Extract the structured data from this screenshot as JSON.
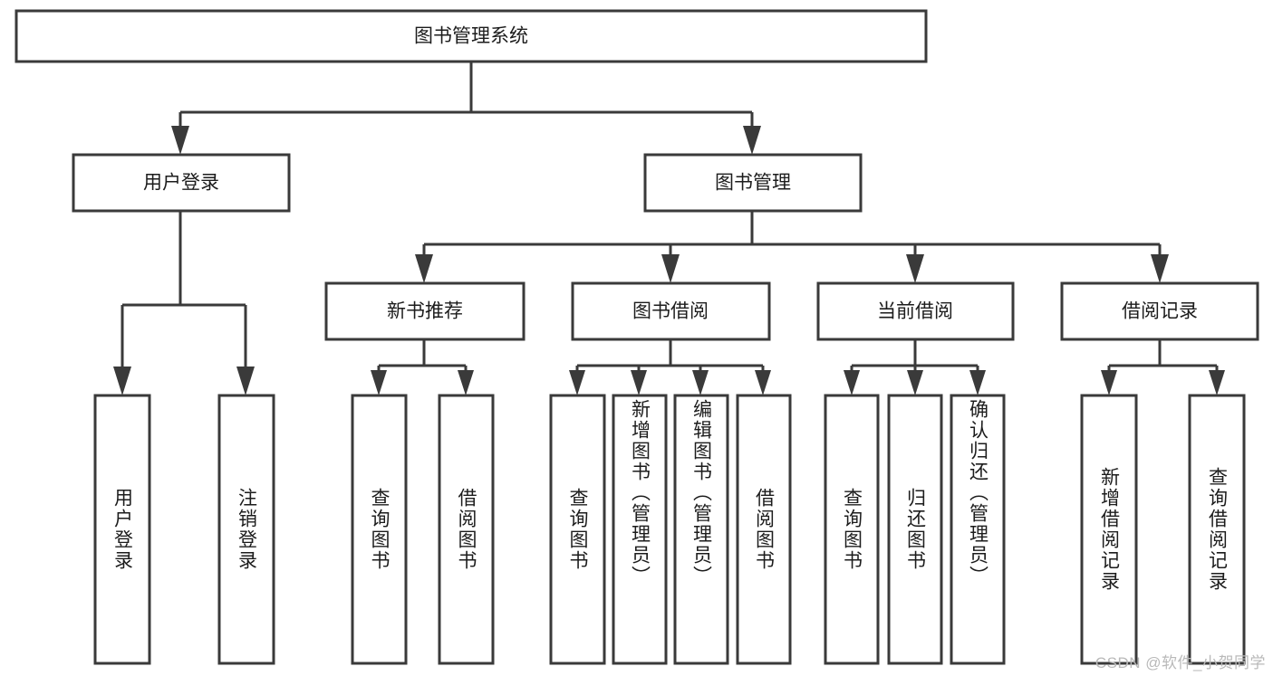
{
  "diagram": {
    "title": "图书管理系统",
    "watermark": "CSDN @软件_小贺同学",
    "colors": {
      "stroke": "#3a3a3a",
      "fill": "#ffffff",
      "text": "#1c1c1c",
      "watermark": "#b9b9b9",
      "background": "#ffffff"
    },
    "levels": {
      "root": "图书管理系统",
      "level2": [
        "用户登录",
        "图书管理"
      ],
      "level3": [
        "新书推荐",
        "图书借阅",
        "当前借阅",
        "借阅记录"
      ]
    },
    "nodes": {
      "root": {
        "label": "图书管理系统"
      },
      "user_login": {
        "label": "用户登录"
      },
      "book_manage": {
        "label": "图书管理"
      },
      "new_book_rec": {
        "label": "新书推荐"
      },
      "book_borrow": {
        "label": "图书借阅"
      },
      "current_borrow": {
        "label": "当前借阅"
      },
      "borrow_record": {
        "label": "借阅记录"
      }
    },
    "leaves": {
      "user_login": [
        "用户登录",
        "注销登录"
      ],
      "new_book_rec": [
        "查询图书",
        "借阅图书"
      ],
      "book_borrow": [
        "查询图书",
        "新增图书（管理员）",
        "编辑图书（管理员）",
        "借阅图书"
      ],
      "current_borrow": [
        "查询图书",
        "归还图书",
        "确认归还（管理员）"
      ],
      "borrow_record": [
        "新增借阅记录",
        "查询借阅记录"
      ]
    }
  },
  "chart_data": {
    "type": "tree-diagram",
    "title": "图书管理系统",
    "orientation": "top-down",
    "tree": {
      "label": "图书管理系统",
      "children": [
        {
          "label": "用户登录",
          "children": [
            {
              "label": "用户登录",
              "children": []
            },
            {
              "label": "注销登录",
              "children": []
            }
          ]
        },
        {
          "label": "图书管理",
          "children": [
            {
              "label": "新书推荐",
              "children": [
                {
                  "label": "查询图书",
                  "children": []
                },
                {
                  "label": "借阅图书",
                  "children": []
                }
              ]
            },
            {
              "label": "图书借阅",
              "children": [
                {
                  "label": "查询图书",
                  "children": []
                },
                {
                  "label": "新增图书（管理员）",
                  "children": []
                },
                {
                  "label": "编辑图书（管理员）",
                  "children": []
                },
                {
                  "label": "借阅图书",
                  "children": []
                }
              ]
            },
            {
              "label": "当前借阅",
              "children": [
                {
                  "label": "查询图书",
                  "children": []
                },
                {
                  "label": "归还图书",
                  "children": []
                },
                {
                  "label": "确认归还（管理员）",
                  "children": []
                }
              ]
            },
            {
              "label": "借阅记录",
              "children": [
                {
                  "label": "新增借阅记录",
                  "children": []
                },
                {
                  "label": "查询借阅记录",
                  "children": []
                }
              ]
            }
          ]
        }
      ]
    }
  }
}
